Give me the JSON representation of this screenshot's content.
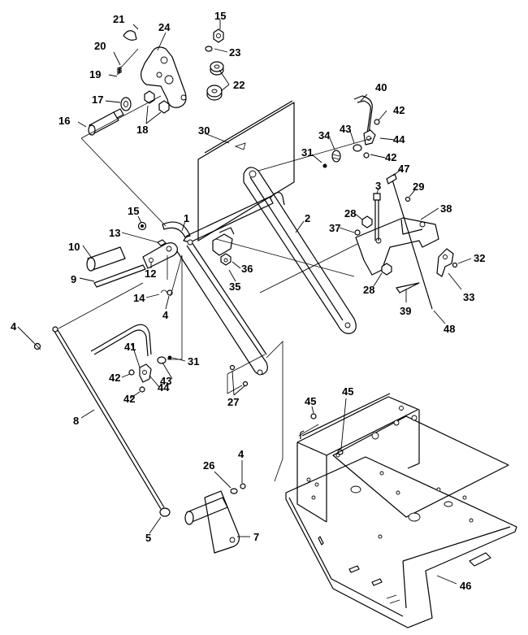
{
  "callouts": [
    {
      "id": "c21",
      "text": "21"
    },
    {
      "id": "c24",
      "text": "24"
    },
    {
      "id": "c15a",
      "text": "15"
    },
    {
      "id": "c20",
      "text": "20"
    },
    {
      "id": "c23",
      "text": "23"
    },
    {
      "id": "c19",
      "text": "19"
    },
    {
      "id": "c22",
      "text": "22"
    },
    {
      "id": "c17",
      "text": "17"
    },
    {
      "id": "c18",
      "text": "18"
    },
    {
      "id": "c16",
      "text": "16"
    },
    {
      "id": "c40",
      "text": "40"
    },
    {
      "id": "c42a",
      "text": "42"
    },
    {
      "id": "c30",
      "text": "30"
    },
    {
      "id": "c34",
      "text": "34"
    },
    {
      "id": "c43a",
      "text": "43"
    },
    {
      "id": "c44a",
      "text": "44"
    },
    {
      "id": "c31a",
      "text": "31"
    },
    {
      "id": "c42b",
      "text": "42"
    },
    {
      "id": "c47",
      "text": "47"
    },
    {
      "id": "c3",
      "text": "3"
    },
    {
      "id": "c29",
      "text": "29"
    },
    {
      "id": "c15b",
      "text": "15"
    },
    {
      "id": "c1",
      "text": "1"
    },
    {
      "id": "c28a",
      "text": "28"
    },
    {
      "id": "c38",
      "text": "38"
    },
    {
      "id": "c2",
      "text": "2"
    },
    {
      "id": "c13",
      "text": "13"
    },
    {
      "id": "c37",
      "text": "37"
    },
    {
      "id": "c10",
      "text": "10"
    },
    {
      "id": "c36",
      "text": "36"
    },
    {
      "id": "c32",
      "text": "32"
    },
    {
      "id": "c12",
      "text": "12"
    },
    {
      "id": "c9",
      "text": "9"
    },
    {
      "id": "c35",
      "text": "35"
    },
    {
      "id": "c28b",
      "text": "28"
    },
    {
      "id": "c33",
      "text": "33"
    },
    {
      "id": "c14",
      "text": "14"
    },
    {
      "id": "c39",
      "text": "39"
    },
    {
      "id": "c4a",
      "text": "4"
    },
    {
      "id": "c4b",
      "text": "4"
    },
    {
      "id": "c48",
      "text": "48"
    },
    {
      "id": "c41",
      "text": "41"
    },
    {
      "id": "c31b",
      "text": "31"
    },
    {
      "id": "c42c",
      "text": "42"
    },
    {
      "id": "c43b",
      "text": "43"
    },
    {
      "id": "c44b",
      "text": "44"
    },
    {
      "id": "c42d",
      "text": "42"
    },
    {
      "id": "c27",
      "text": "27"
    },
    {
      "id": "c45a",
      "text": "45"
    },
    {
      "id": "c45b",
      "text": "45"
    },
    {
      "id": "c8",
      "text": "8"
    },
    {
      "id": "c26",
      "text": "26"
    },
    {
      "id": "c4c",
      "text": "4"
    },
    {
      "id": "c5",
      "text": "5"
    },
    {
      "id": "c7",
      "text": "7"
    },
    {
      "id": "c46",
      "text": "46"
    }
  ]
}
